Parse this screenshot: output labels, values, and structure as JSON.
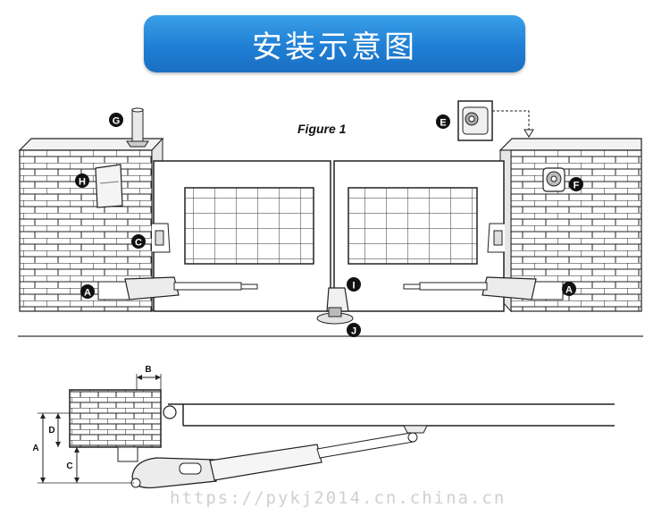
{
  "header": {
    "title": "安装示意图"
  },
  "figure": {
    "label": "Figure 1"
  },
  "callouts": [
    "A",
    "A",
    "C",
    "E",
    "F",
    "G",
    "H",
    "I",
    "J"
  ],
  "dimensions": {
    "a": "A",
    "b": "B",
    "c": "C",
    "d": "D"
  },
  "watermark": "https://pykj2014.cn.china.cn"
}
